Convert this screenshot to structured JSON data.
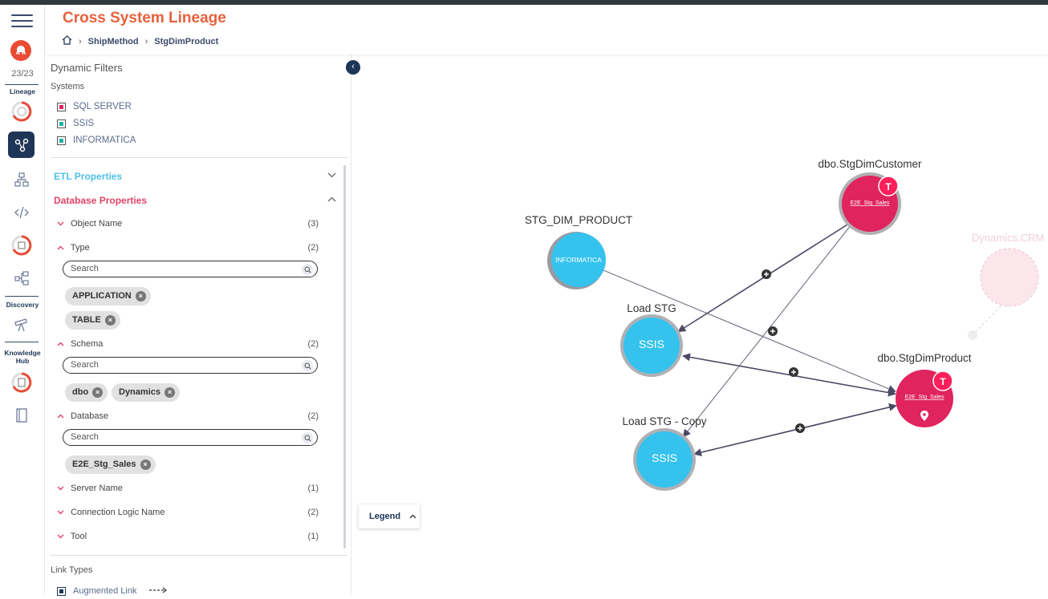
{
  "header": {
    "title": "Cross System Lineage",
    "breadcrumbs": [
      "ShipMethod",
      "StgDimProduct"
    ]
  },
  "rail": {
    "count": "23/23",
    "sections": {
      "lineage": "Lineage",
      "discovery": "Discovery",
      "knowledge_hub": "Knowledge Hub"
    }
  },
  "filters": {
    "title": "Dynamic Filters",
    "systems_label": "Systems",
    "systems": [
      {
        "label": "SQL SERVER",
        "color": "#e0245e"
      },
      {
        "label": "SSIS",
        "color": "#1bb3a6"
      },
      {
        "label": "INFORMATICA",
        "color": "#1bb3a6"
      }
    ],
    "etl_properties": "ETL Properties",
    "database_properties": "Database Properties",
    "props": {
      "object_name": {
        "label": "Object Name",
        "count": "(3)"
      },
      "type": {
        "label": "Type",
        "count": "(2)",
        "chips": [
          "APPLICATION",
          "TABLE"
        ]
      },
      "schema": {
        "label": "Schema",
        "count": "(2)",
        "chips": [
          "dbo",
          "Dynamics"
        ]
      },
      "database": {
        "label": "Database",
        "count": "(2)",
        "chips": [
          "E2E_Stg_Sales"
        ]
      },
      "server_name": {
        "label": "Server Name",
        "count": "(1)"
      },
      "connection_logic_name": {
        "label": "Connection Logic Name",
        "count": "(2)"
      },
      "tool": {
        "label": "Tool",
        "count": "(1)"
      }
    },
    "search_placeholder": "Search",
    "link_types_label": "Link Types",
    "link_types": [
      "Augmented Link"
    ]
  },
  "graph": {
    "colors": {
      "db": "#e0245e",
      "etl": "#35c3ee",
      "edge": "#4a4a66",
      "faded": "#f7d5de"
    },
    "nodes": {
      "stg_dim_product": {
        "title": "STG_DIM_PRODUCT",
        "inner": "INFORMATICA"
      },
      "load_stg": {
        "title": "Load STG",
        "inner": "SSIS"
      },
      "load_stg_copy": {
        "title": "Load STG - Copy",
        "inner": "SSIS"
      },
      "stg_dim_customer": {
        "title": "dbo.StgDimCustomer",
        "inner": "E2E_Stg_Sales",
        "badge": "T"
      },
      "stg_dim_product_tbl": {
        "title": "dbo.StgDimProduct",
        "inner": "E2E_Stg_Sales",
        "badge": "T"
      },
      "dynamics_crm": {
        "title": "Dynamics.CRM"
      }
    }
  },
  "legend": {
    "label": "Legend"
  }
}
